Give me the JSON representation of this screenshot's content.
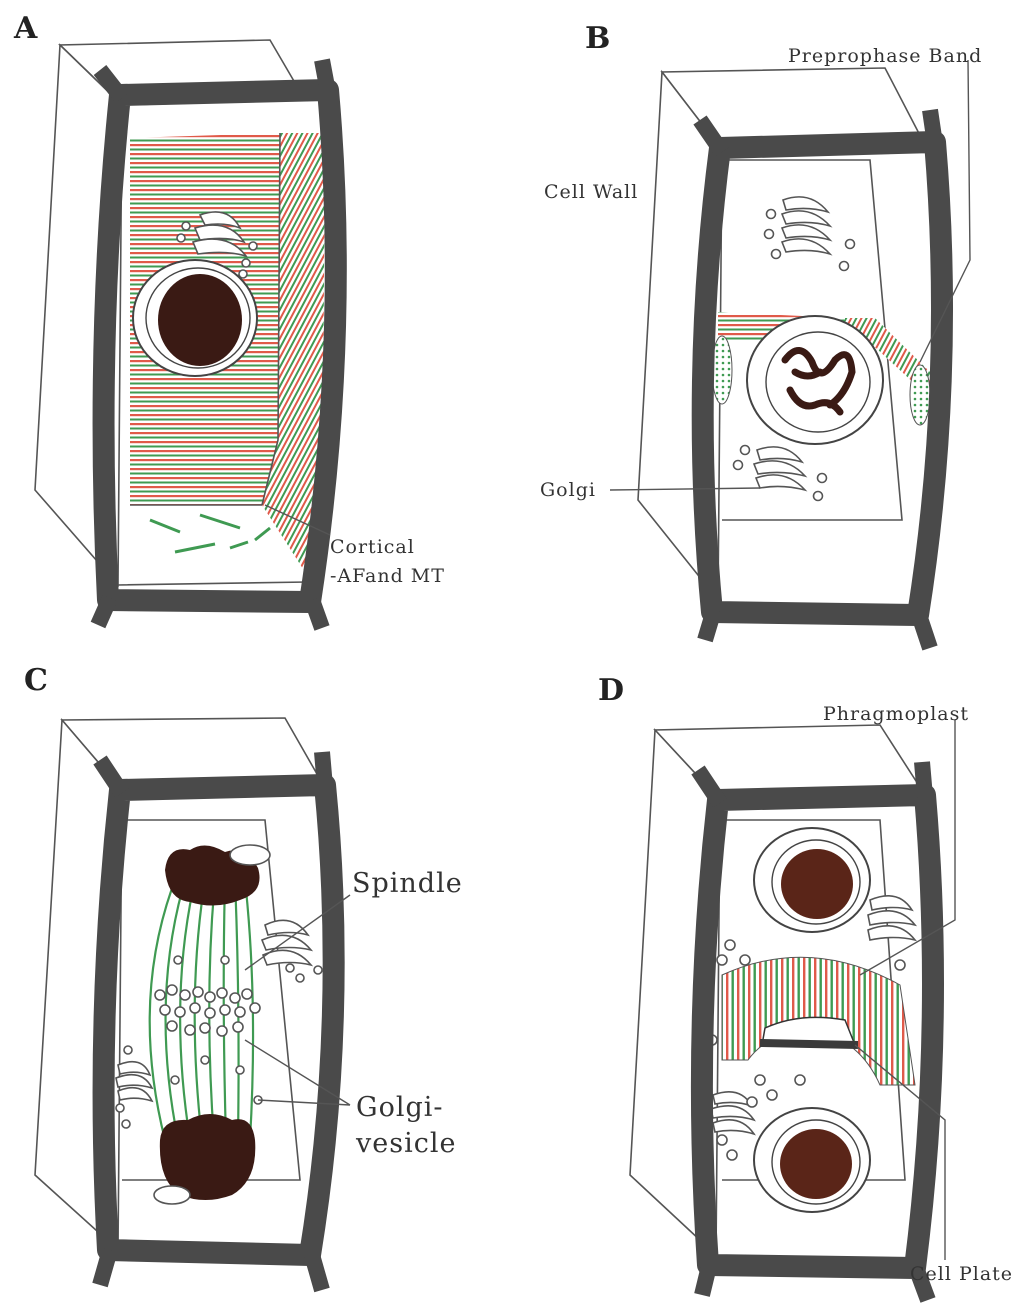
{
  "panels": [
    {
      "letter": "A",
      "labels": [
        "Cortical",
        "-AFand MT"
      ]
    },
    {
      "letter": "B",
      "labels": [
        "Preprophase Band",
        "Cell Wall",
        "Golgi"
      ]
    },
    {
      "letter": "C",
      "labels": [
        "Spindle",
        "Golgi-",
        "vesicle"
      ]
    },
    {
      "letter": "D",
      "labels": [
        "Phragmoplast",
        "Cell Plate"
      ]
    }
  ],
  "colors": {
    "actin_filament": "#e05a4a",
    "microtubule": "#3f9a52",
    "cell_wall": "#4a4a4a",
    "chromatin": "#4a1a12"
  }
}
